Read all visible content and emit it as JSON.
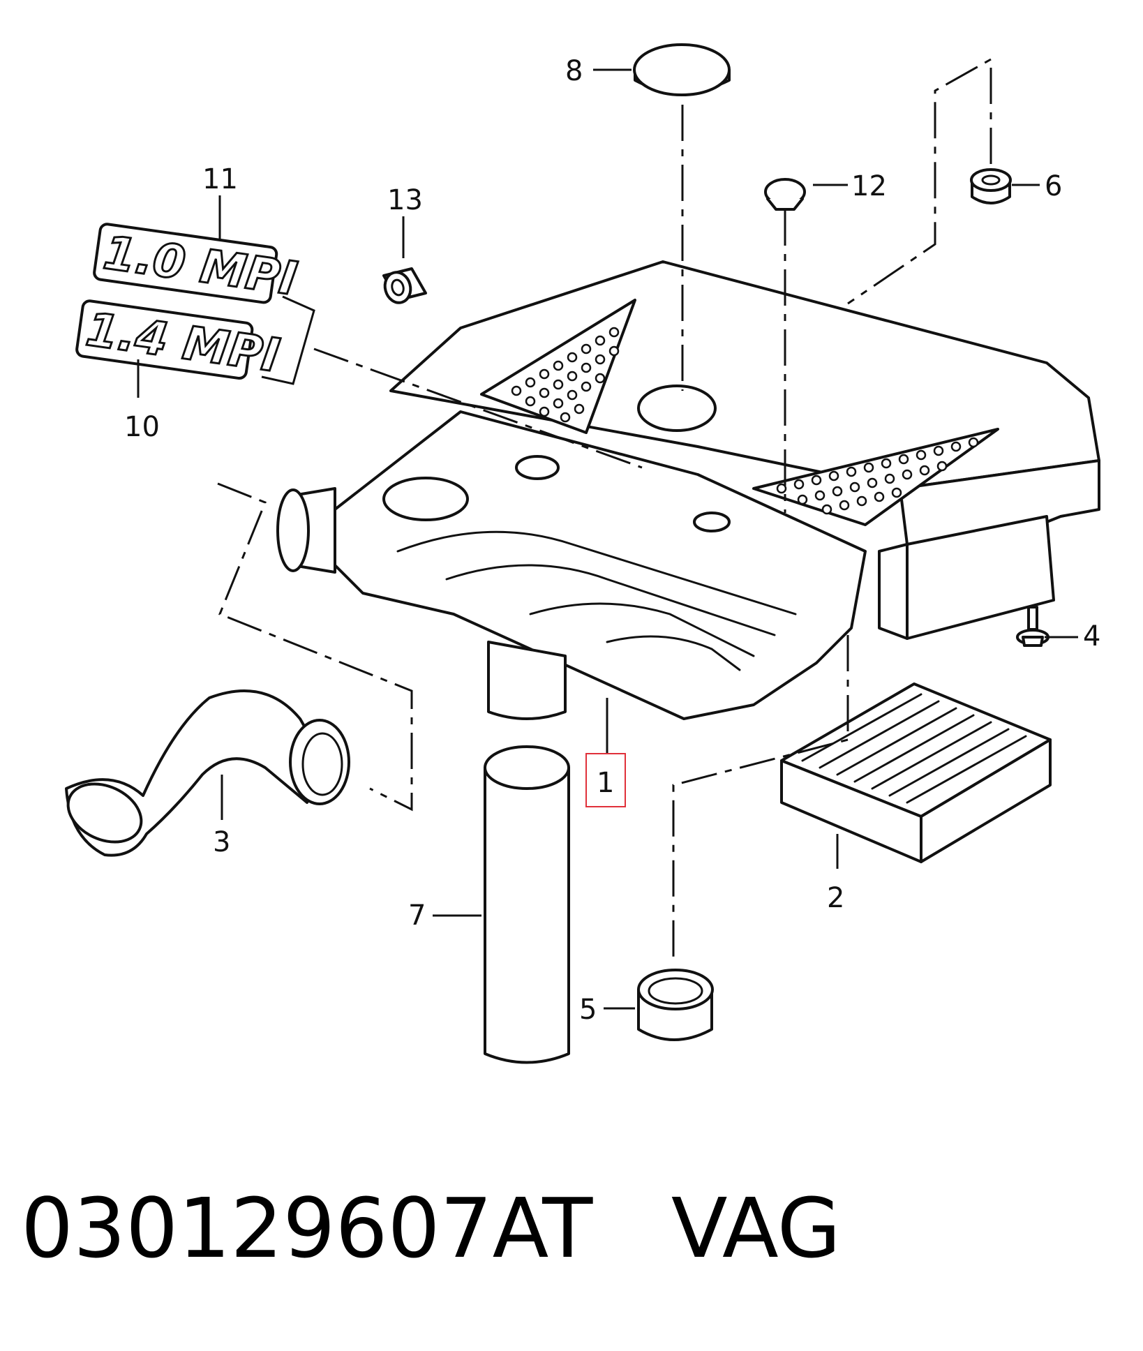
{
  "callouts": {
    "c1": "1",
    "c2": "2",
    "c3": "3",
    "c4": "4",
    "c5": "5",
    "c6": "6",
    "c7": "7",
    "c8": "8",
    "c9": "10",
    "c10": "11",
    "c11": "12",
    "c12": "13"
  },
  "badges": {
    "upper": "1.0 MPI",
    "lower": "1.4 MPI"
  },
  "highlight": {
    "callout": "1",
    "color": "#e0303a"
  },
  "footer": {
    "part_number": "030129607AT",
    "brand": "VAG"
  }
}
